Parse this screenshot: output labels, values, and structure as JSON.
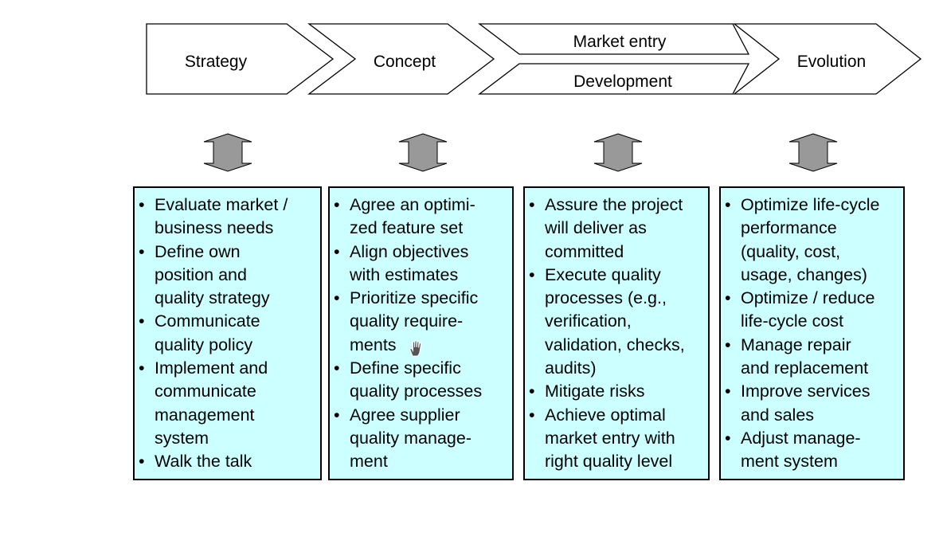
{
  "phases": [
    {
      "id": "strategy",
      "label": "Strategy"
    },
    {
      "id": "concept",
      "label": "Concept"
    },
    {
      "id": "market-entry",
      "label": "Market entry"
    },
    {
      "id": "development",
      "label": "Development"
    },
    {
      "id": "evolution",
      "label": "Evolution"
    }
  ],
  "colors": {
    "box_fill": "#ccffff",
    "arrow_fill": "#999999",
    "chevron_fill": "#ffffff",
    "stroke": "#000000"
  },
  "columns": [
    {
      "id": "strategy",
      "items": [
        "Evaluate market /\nbusiness needs",
        "Define own\nposition and\nquality strategy",
        "Communicate\nquality policy",
        "Implement and\ncommunicate\nmanagement\nsystem",
        "Walk the talk"
      ]
    },
    {
      "id": "concept",
      "items": [
        "Agree an optimi-\nzed feature set",
        "Align objectives\nwith estimates",
        "Prioritize specific\nquality require-\nments",
        "Define specific\nquality processes",
        "Agree supplier\nquality manage-\nment"
      ]
    },
    {
      "id": "market-development",
      "items": [
        "Assure the project\nwill deliver as\ncommitted",
        "Execute quality\nprocesses (e.g.,\nverification,\nvalidation, checks,\naudits)",
        "Mitigate risks",
        "Achieve optimal\nmarket entry with\nright quality level"
      ]
    },
    {
      "id": "evolution",
      "items": [
        "Optimize life-cycle\nperformance\n(quality, cost,\nusage, changes)",
        "Optimize / reduce\nlife-cycle cost",
        "Manage repair\nand replacement",
        "Improve services\nand sales",
        "Adjust manage-\nment system"
      ]
    }
  ],
  "cursor_icon": "hand-cursor-icon"
}
